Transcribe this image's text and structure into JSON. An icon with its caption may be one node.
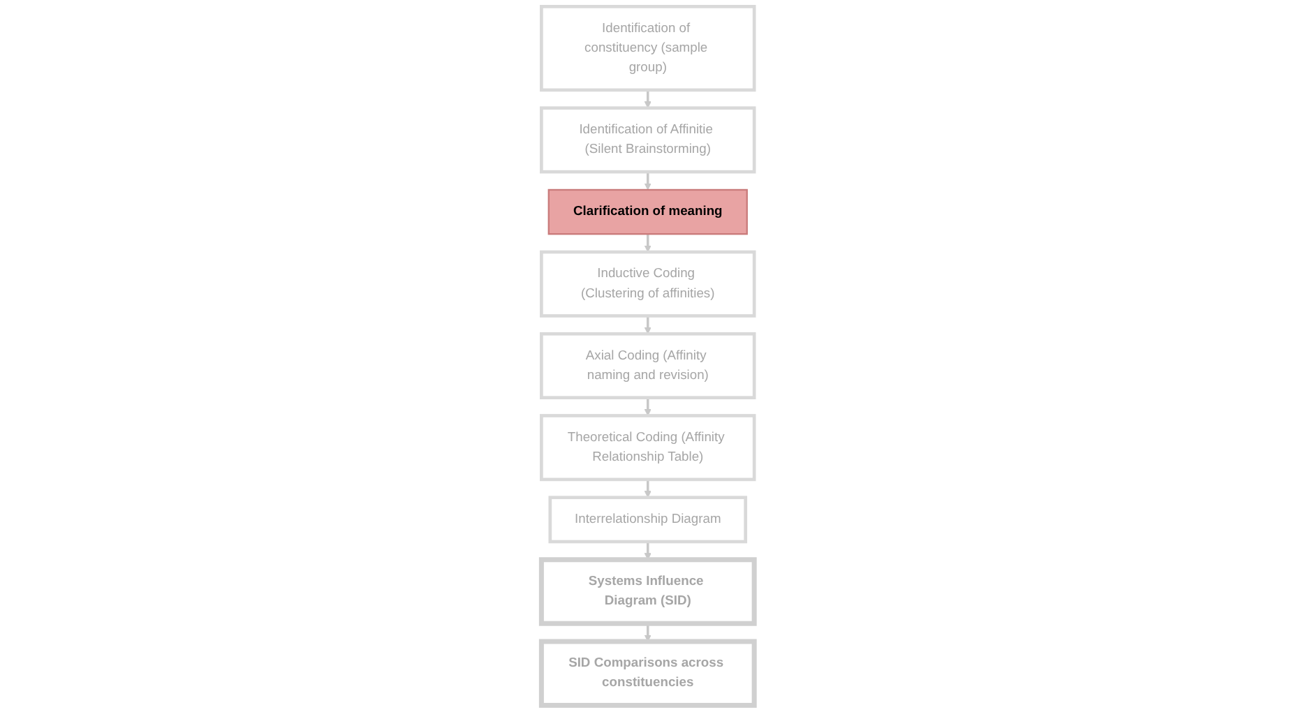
{
  "diagram": {
    "nodes": [
      {
        "text": [
          "Identification of constituency (sample group)"
        ]
      },
      {
        "text": [
          "Identification of Affinitie (Silent Brainstorming)"
        ]
      },
      {
        "text": [
          "Clarification of meaning"
        ]
      },
      {
        "text": [
          "Axial Coding (Affinity naming and revision)"
        ]
      },
      {
        "text": [
          "Inductive Coding (Clustering of affinities)"
        ]
      },
      {
        "text": [
          "Theoretical Coding (Affinity Relationship Table)"
        ]
      },
      {
        "text": [
          "Interrelationship Diagram"
        ]
      },
      {
        "text": [
          "SID Comparisons across constituencies"
        ]
      },
      {
        "text": [
          "Systems Influence Diagram (SID)"
        ]
      }
    ],
    "edges": [
      {
        "from": 0,
        "to": 1,
        "arrow": "to"
      },
      {
        "from": 1,
        "to": 2,
        "arrow": "to"
      },
      {
        "from": 2,
        "to": 4,
        "arrow": "to"
      },
      {
        "from": 4,
        "to": 3,
        "arrow": "to"
      },
      {
        "from": 3,
        "to": 5,
        "arrow": "to"
      },
      {
        "from": 5,
        "to": 6,
        "arrow": "to"
      },
      {
        "from": 6,
        "to": 8,
        "arrow": "to"
      },
      {
        "from": 8,
        "to": 7,
        "arrow": "to"
      }
    ]
  }
}
